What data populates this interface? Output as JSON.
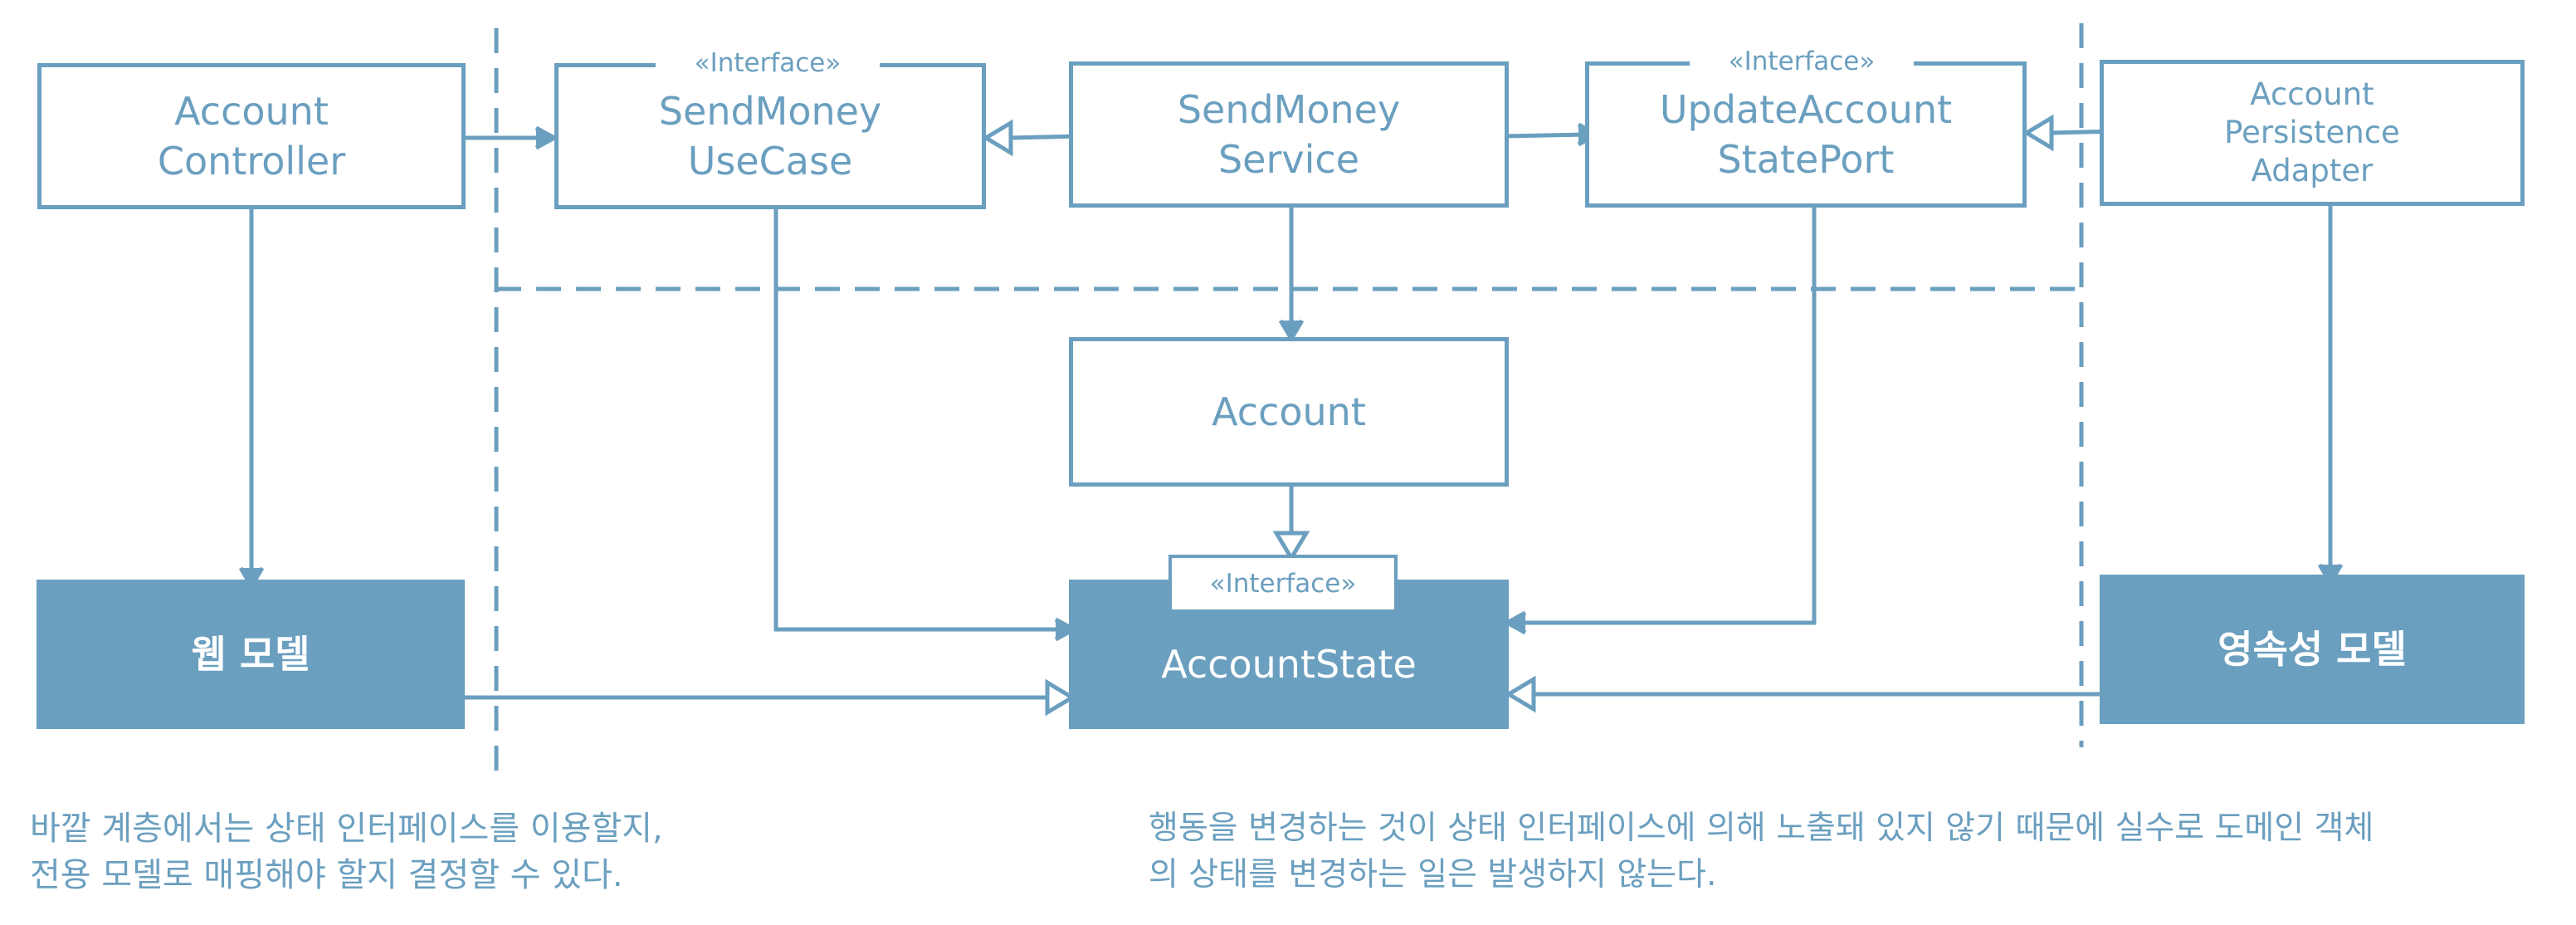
{
  "colors": {
    "accent": "#6b9fbf",
    "background": "#ffffff"
  },
  "boxes": {
    "account_controller": [
      "Account",
      "Controller"
    ],
    "send_money_usecase": [
      "SendMoney",
      "UseCase"
    ],
    "send_money_service": [
      "SendMoney",
      "Service"
    ],
    "update_account_state_port": [
      "UpdateAccount",
      "StatePort"
    ],
    "account_persistence_adapter": [
      "Account",
      "Persistence",
      "Adapter"
    ],
    "account": "Account",
    "account_state": "AccountState",
    "web_model": "웹 모델",
    "persistence_model": "영속성 모델"
  },
  "stereotype": "«Interface»",
  "captions": {
    "left": [
      "바깥 계층에서는 상태 인터페이스를 이용할지,",
      "전용 모델로 매핑해야 할지 결정할 수 있다."
    ],
    "right": [
      "행동을 변경하는 것이 상태 인터페이스에 의해 노출돼 있지 않기 때문에 실수로 도메인 객체",
      "의 상태를 변경하는 일은 발생하지 않는다."
    ]
  }
}
